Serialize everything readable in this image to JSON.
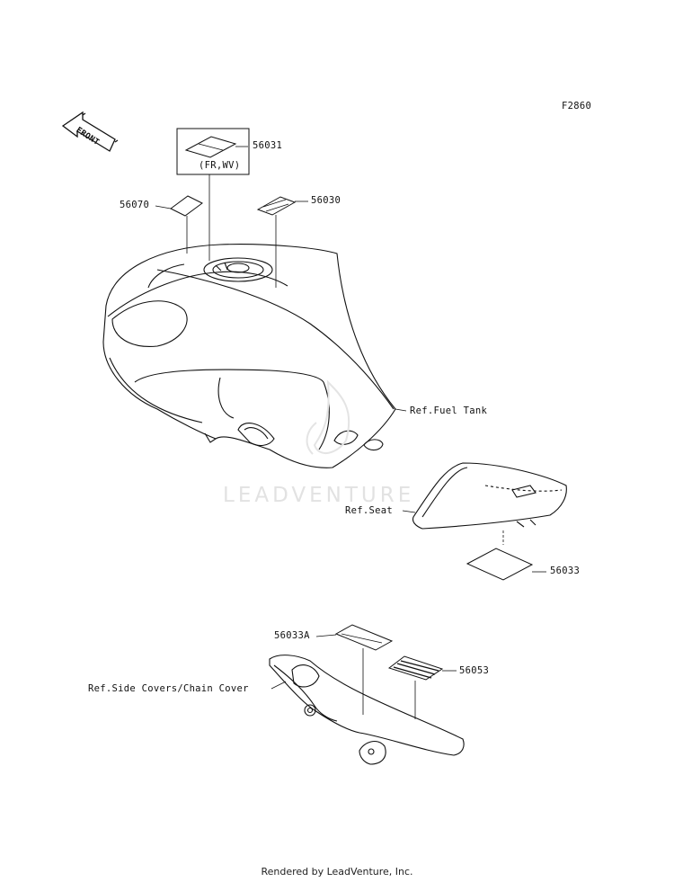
{
  "figure_code": "F2860",
  "front_arrow_label": "FRONT",
  "watermark": "LEADVENTURE",
  "footer": "Rendered by LeadVenture, Inc.",
  "parts": [
    {
      "number": "56031",
      "note": "(FR,WV)"
    },
    {
      "number": "56070"
    },
    {
      "number": "56030"
    },
    {
      "number": "56033"
    },
    {
      "number": "56033A"
    },
    {
      "number": "56053"
    }
  ],
  "references": {
    "fuel_tank": "Ref.Fuel Tank",
    "seat": "Ref.Seat",
    "side_covers": "Ref.Side Covers/Chain Cover"
  }
}
